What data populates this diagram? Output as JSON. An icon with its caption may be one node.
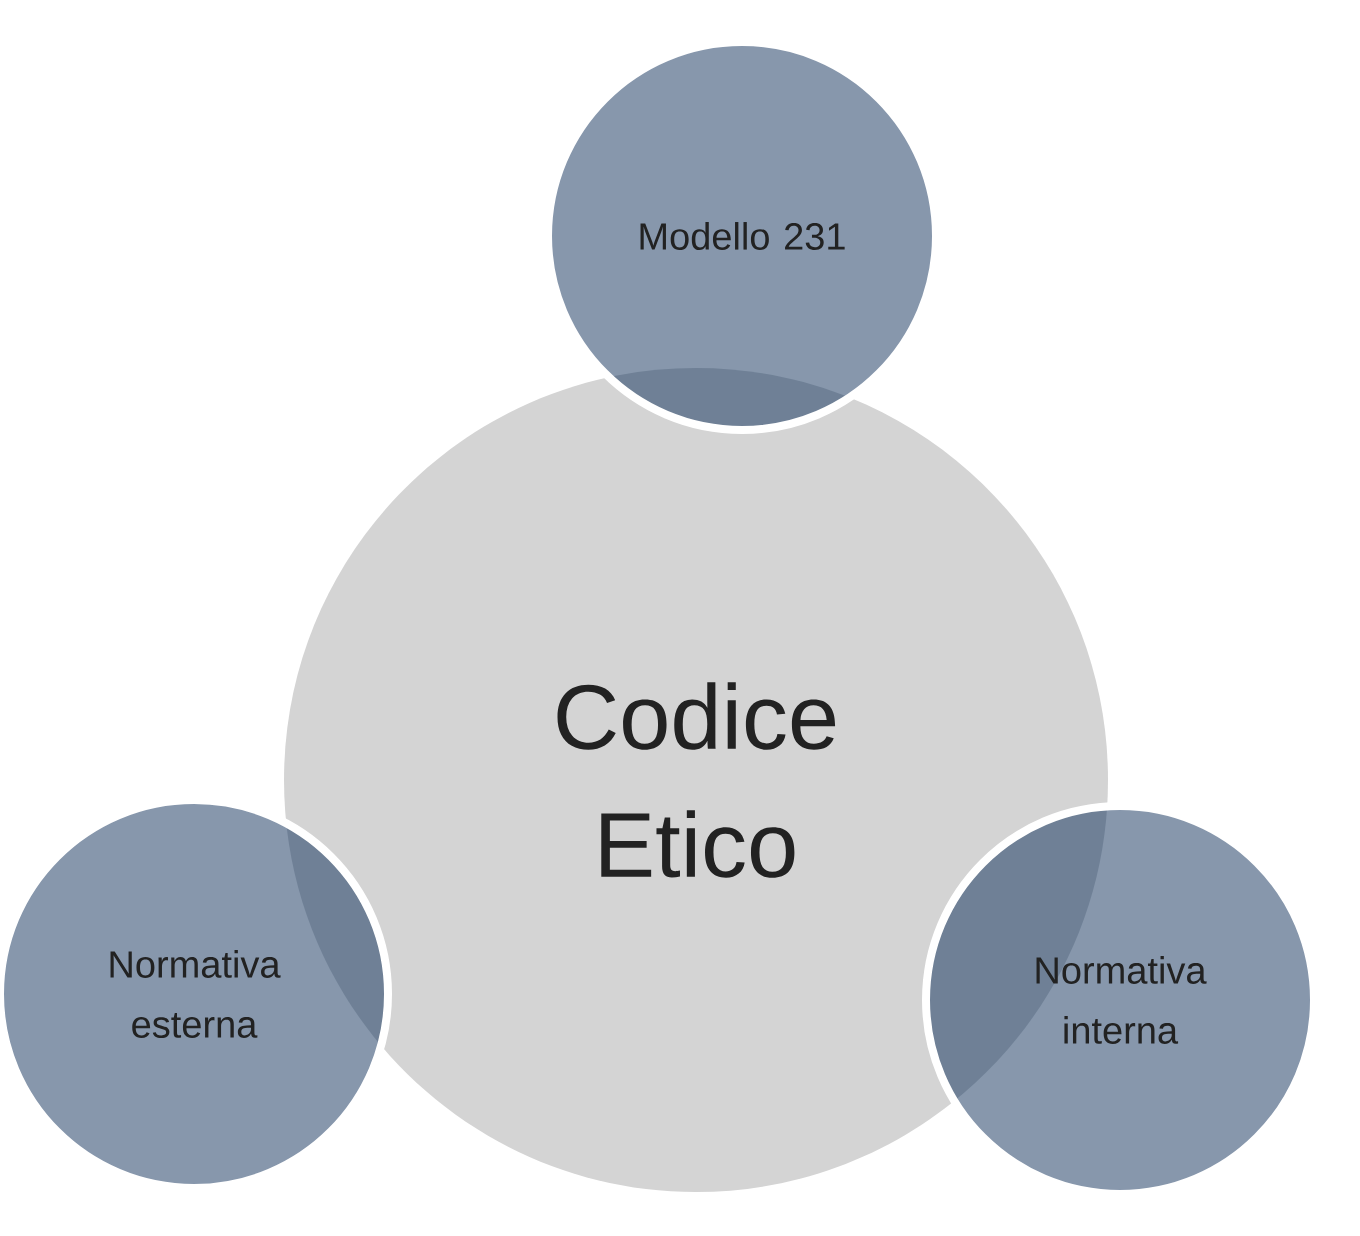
{
  "diagram": {
    "nodes": [
      {
        "text": [
          "Modello 231"
        ]
      },
      {
        "text": [
          "Codice Etico"
        ]
      },
      {
        "text": [
          "Normativa esterna"
        ]
      },
      {
        "text": [
          "Normativa interna"
        ]
      }
    ],
    "edges": []
  }
}
